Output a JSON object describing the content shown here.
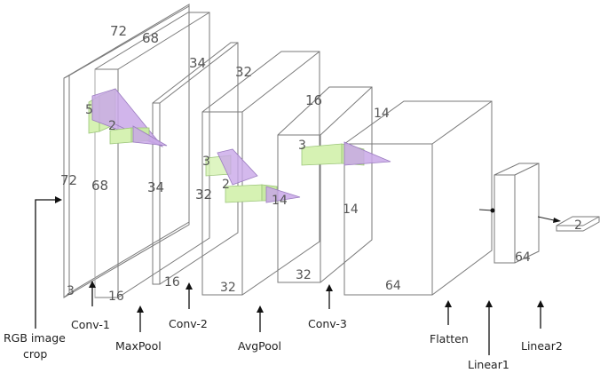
{
  "colors": {
    "edge": "#7a7a7a",
    "kernel_purple": "#c9a8e8",
    "kernel_green": "#d6f2b3",
    "arrow": "#111111"
  },
  "diagram": {
    "layers": [
      {
        "caption": "RGB image\ncrop",
        "dims": [
          "72",
          "72",
          "3"
        ]
      },
      {
        "caption": "Conv-1",
        "dims": [
          "68",
          "68",
          ""
        ]
      },
      {
        "caption": "MaxPool",
        "dims": [
          "34",
          "16",
          ""
        ]
      },
      {
        "caption": "Conv-2",
        "dims": [
          "34",
          "16",
          ""
        ]
      },
      {
        "caption": "AvgPool",
        "dims": [
          "32",
          "32",
          "32"
        ]
      },
      {
        "caption": "Conv-3",
        "dims": [
          "16",
          "14",
          "32"
        ]
      },
      {
        "caption": "Flatten",
        "dims": [
          "14",
          "14",
          "64"
        ]
      },
      {
        "caption": "Linear1",
        "dims": [
          "",
          "",
          "64"
        ]
      },
      {
        "caption": "Linear2",
        "dims": [
          "2",
          "",
          ""
        ]
      }
    ],
    "kernels": [
      {
        "label": "5",
        "color": "purple"
      },
      {
        "label": "2",
        "color": "green"
      },
      {
        "label": "3",
        "color": "purple"
      },
      {
        "label": "2",
        "color": "green"
      },
      {
        "label": "3",
        "color": "green"
      }
    ]
  }
}
